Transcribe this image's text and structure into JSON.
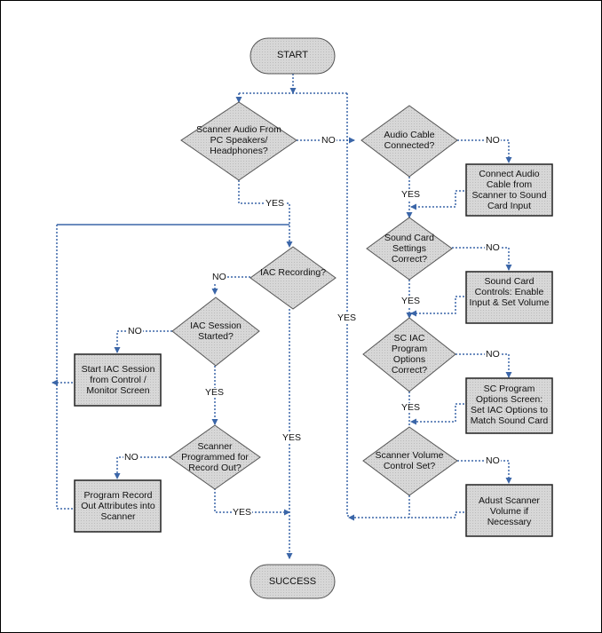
{
  "nodes": {
    "start": "START",
    "success": "SUCCESS",
    "scanner_audio": "Scanner Audio From PC Speakers/ Headphones?",
    "iac_recording": "IAC Recording?",
    "iac_session_started": "IAC Session Started?",
    "start_iac_session": "Start IAC Session from Control / Monitor Screen",
    "scanner_programmed": "Scanner Programmed for Record Out?",
    "program_record_out": "Program Record Out Attributes into Scanner",
    "audio_cable": "Audio Cable Connected?",
    "connect_audio_cable": "Connect Audio Cable from Scanner to Sound Card Input",
    "sound_card_settings": "Sound Card Settings Correct?",
    "sound_card_controls": "Sound Card Controls: Enable Input & Set Volume",
    "sc_iac_program": "SC IAC Program Options Correct?",
    "sc_program_options": "SC Program Options Screen: Set IAC Options to Match Sound Card",
    "scanner_volume": "Scanner Volume Control Set?",
    "adjust_scanner_volume": "Adust Scanner Volume if Necessary"
  },
  "edges": {
    "no": "NO",
    "yes": "YES"
  },
  "colors": {
    "connector": "#3b66a8",
    "shape_fill": "#dcdcdc",
    "outline": "#222222"
  }
}
